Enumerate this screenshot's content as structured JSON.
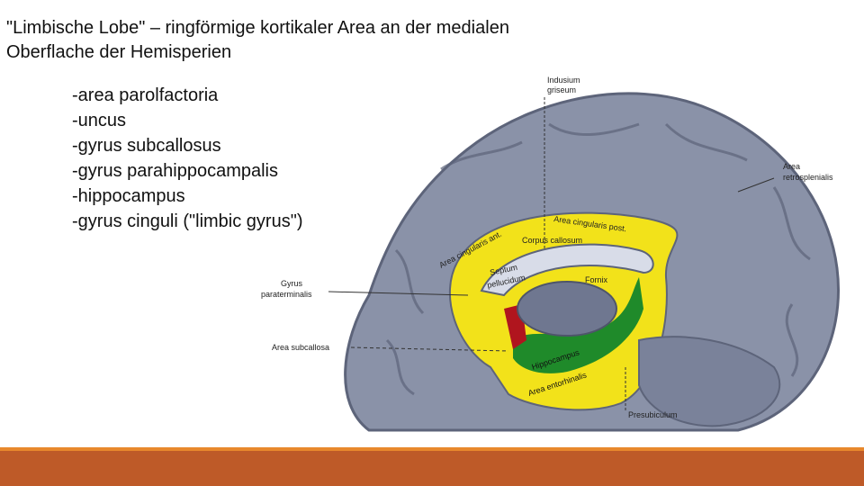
{
  "slide": {
    "title": "\"Limbische Lobe\" – ringförmige kortikaler Area an der medialen Oberflache der Hemisperien",
    "items": [
      "-area parolfactoria",
      "-uncus",
      "-gyrus subcallosus",
      "-gyrus parahippocampalis",
      "-hippocampus",
      "-gyrus cinguli (\"limbic gyrus\")"
    ]
  },
  "figure": {
    "labels": {
      "indusium": "Indusium",
      "griseum": "griseum",
      "area_retro_1": "Area",
      "area_retro_2": "retrosplenialis",
      "cing_ant": "Area cingularis ant.",
      "cing_post": "Area cingularis post.",
      "corpus_callosum": "Corpus callosum",
      "septum_1": "Septum",
      "septum_2": "pellucidum",
      "fornix": "Fornix",
      "gyrus_para_1": "Gyrus",
      "gyrus_para_2": "paraterminalis",
      "area_subcallosa": "Area subcallosa",
      "hippocampus": "Hippocampus",
      "entorhinalis": "Area entorhinalis",
      "presubiculum": "Presubiculum"
    },
    "colors": {
      "cortex": "#8a92a8",
      "cortex_dark": "#5d647a",
      "yellow": "#f2e21a",
      "green": "#1f8a2a",
      "red": "#b0151e",
      "callosum": "#d8dce8"
    }
  },
  "footer": {
    "accent": "#e8882c",
    "bar": "#be5a28"
  }
}
